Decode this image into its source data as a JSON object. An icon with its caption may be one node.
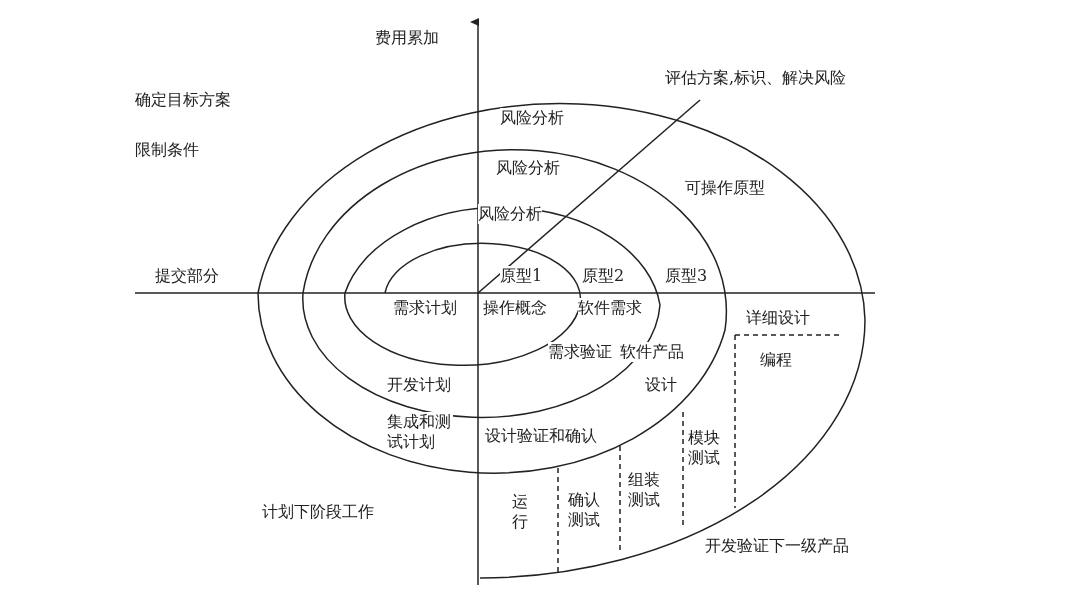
{
  "diagram": {
    "labels": [
      "费用累加",
      "评估方案,标识、解决风险",
      "确定目标方案",
      "风险分析",
      "限制条件",
      "风险分析",
      "可操作原型",
      "风险分析",
      "提交部分",
      "原型1",
      "原型2",
      "原型3",
      "需求计划",
      "操作概念",
      "软件需求",
      "详细设计",
      "需求验证",
      "软件产品",
      "编程",
      "开发计划",
      "设计",
      "集成和测试计划",
      "设计验证和确认",
      "模块测试",
      "组装测试",
      "计划下阶段工作",
      "运行",
      "确认测试",
      "开发验证下一级产品"
    ]
  }
}
